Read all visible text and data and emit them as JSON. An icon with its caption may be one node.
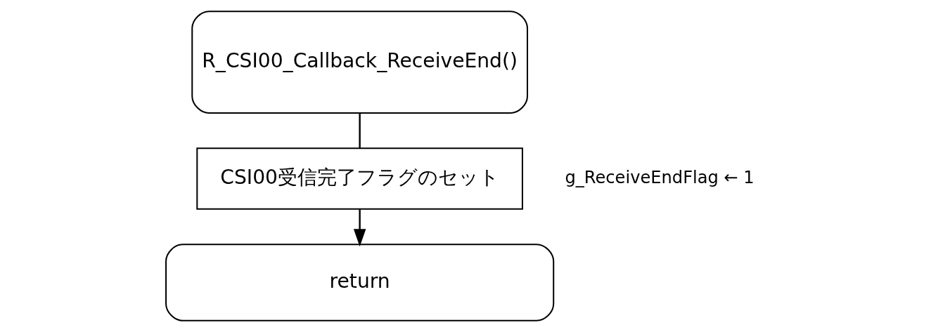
{
  "diagram": {
    "nodes": [
      {
        "text": [
          "R_CSI00_Callback_ReceiveEnd()"
        ]
      },
      {
        "text": [
          "CSI00受信完了フラグのセット"
        ],
        "beside": [
          "g_ReceiveEndFlag ← 1"
        ]
      },
      {
        "text": [
          "return"
        ]
      }
    ],
    "edges": [
      {
        "from": 0,
        "to": 1,
        "arrow": "none"
      },
      {
        "from": 1,
        "to": 2,
        "arrow": "to"
      }
    ]
  }
}
